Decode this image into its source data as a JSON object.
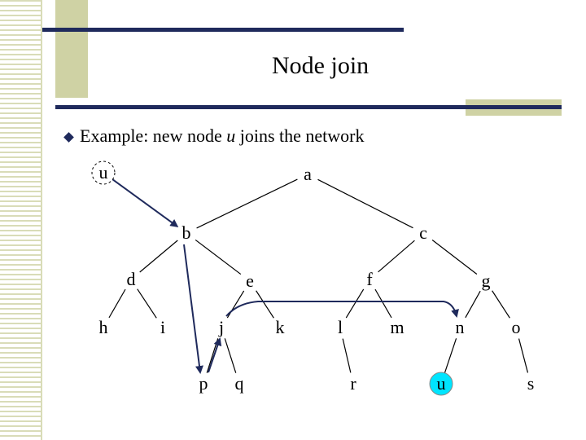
{
  "slide": {
    "title": "Node join",
    "bullet_prefix": "Example: new node ",
    "bullet_italic": "u",
    "bullet_suffix": " joins the network"
  },
  "colors": {
    "accent": "#1f2a5c",
    "stripe": "#d9dcb8",
    "highlight": "#00e5ff"
  },
  "tree": {
    "nodes": [
      {
        "id": "u_new",
        "label": "u",
        "dashed": true
      },
      {
        "id": "a",
        "label": "a"
      },
      {
        "id": "b",
        "label": "b"
      },
      {
        "id": "c",
        "label": "c"
      },
      {
        "id": "d",
        "label": "d"
      },
      {
        "id": "e",
        "label": "e"
      },
      {
        "id": "f",
        "label": "f"
      },
      {
        "id": "g",
        "label": "g"
      },
      {
        "id": "h",
        "label": "h"
      },
      {
        "id": "i",
        "label": "i"
      },
      {
        "id": "j",
        "label": "j"
      },
      {
        "id": "k",
        "label": "k"
      },
      {
        "id": "l",
        "label": "l"
      },
      {
        "id": "m",
        "label": "m"
      },
      {
        "id": "n",
        "label": "n"
      },
      {
        "id": "o",
        "label": "o"
      },
      {
        "id": "p",
        "label": "p"
      },
      {
        "id": "q",
        "label": "q"
      },
      {
        "id": "r",
        "label": "r"
      },
      {
        "id": "u_leaf",
        "label": "u",
        "highlight": true
      },
      {
        "id": "s",
        "label": "s"
      }
    ],
    "edges": [
      [
        "a",
        "b"
      ],
      [
        "a",
        "c"
      ],
      [
        "b",
        "d"
      ],
      [
        "b",
        "e"
      ],
      [
        "c",
        "f"
      ],
      [
        "c",
        "g"
      ],
      [
        "d",
        "h"
      ],
      [
        "d",
        "i"
      ],
      [
        "e",
        "j"
      ],
      [
        "e",
        "k"
      ],
      [
        "f",
        "l"
      ],
      [
        "f",
        "m"
      ],
      [
        "g",
        "n"
      ],
      [
        "g",
        "o"
      ],
      [
        "j",
        "p"
      ],
      [
        "j",
        "q"
      ],
      [
        "l",
        "r"
      ],
      [
        "n",
        "u_leaf"
      ],
      [
        "o",
        "s"
      ]
    ],
    "arrows": [
      [
        "u_new",
        "b"
      ],
      [
        "b",
        "p"
      ],
      [
        "p",
        "j"
      ],
      [
        "j",
        "n"
      ]
    ]
  }
}
